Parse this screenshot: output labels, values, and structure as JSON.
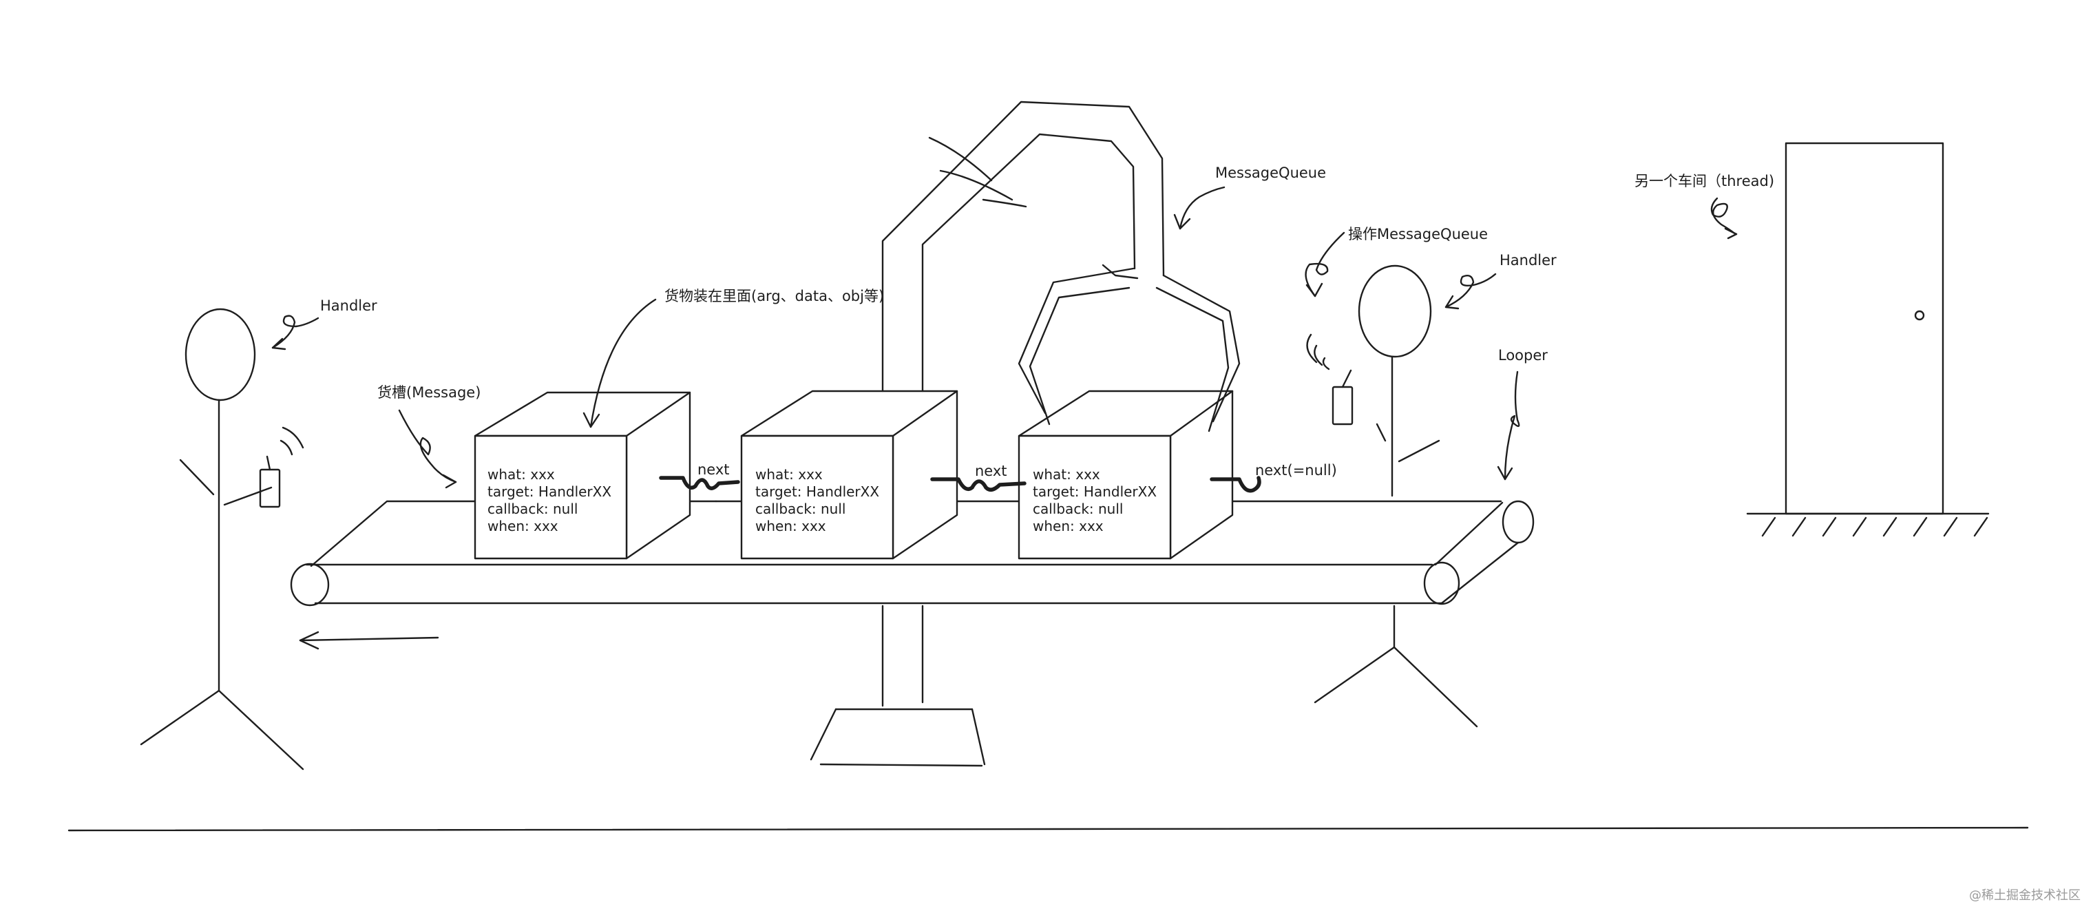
{
  "labels": {
    "handler_left": "Handler",
    "handler_right": "Handler",
    "slot": "货槽(Message)",
    "goods": "货物装在里面(arg、data、obj等)",
    "message_queue": "MessageQueue",
    "operate_mq": "操作MessageQueue",
    "looper": "Looper",
    "workshop": "另一个车间（thread)"
  },
  "messages": [
    {
      "what": "what: xxx",
      "target": "target: HandlerXX",
      "callback": "callback: null",
      "when": "when: xxx"
    },
    {
      "what": "what: xxx",
      "target": "target: HandlerXX",
      "callback": "callback: null",
      "when": "when: xxx"
    },
    {
      "what": "what: xxx",
      "target": "target: HandlerXX",
      "callback": "callback: null",
      "when": "when: xxx"
    }
  ],
  "links": [
    "next",
    "next",
    "next(=null)"
  ],
  "watermark": "@稀土掘金技术社区"
}
